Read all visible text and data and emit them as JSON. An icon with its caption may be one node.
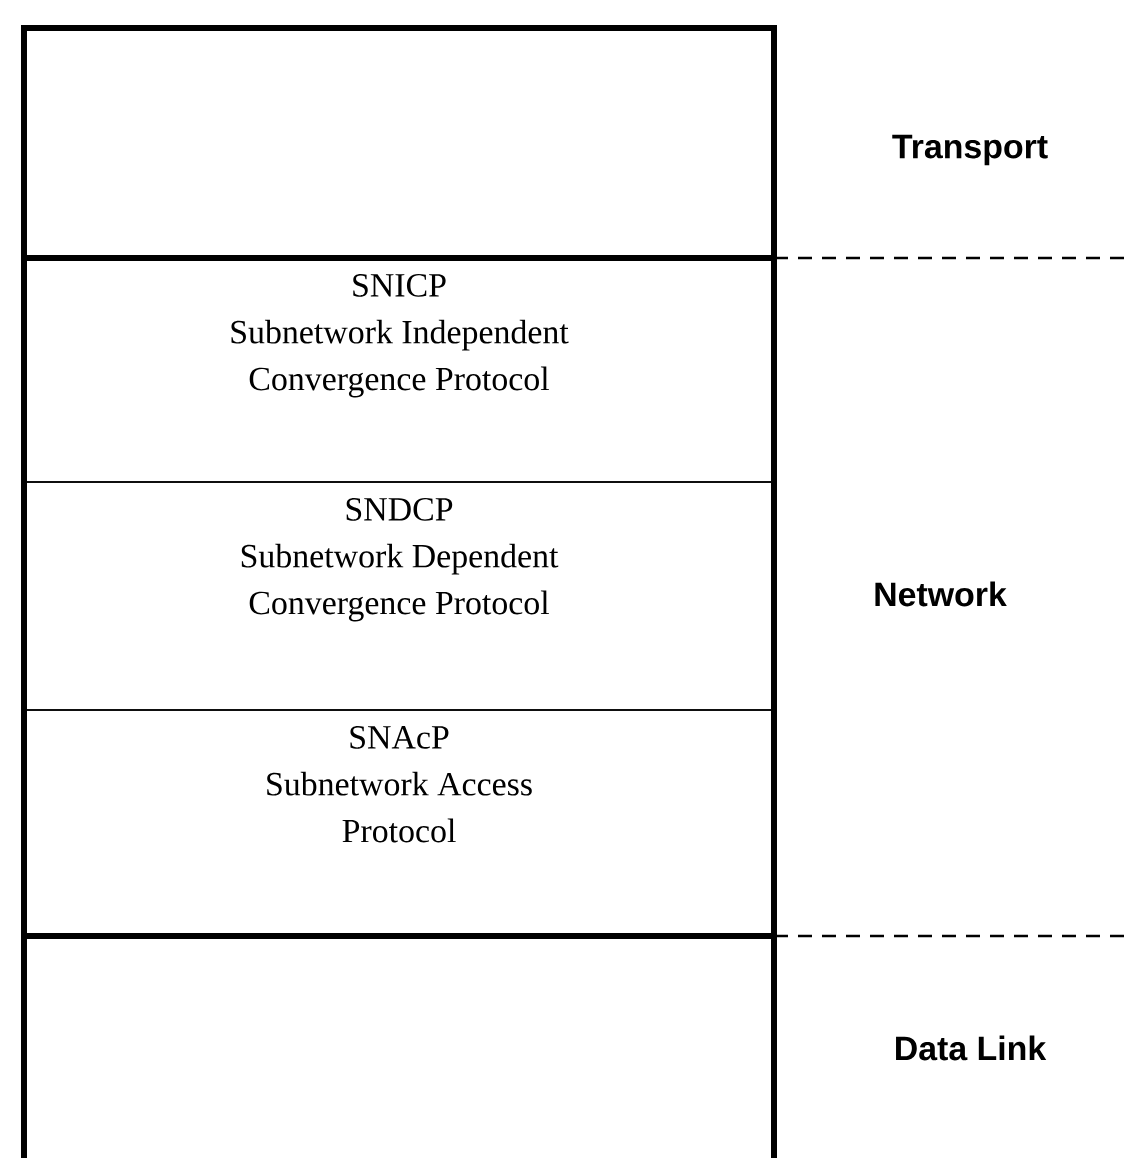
{
  "diagram": {
    "nodes": [
      {
        "text": [],
        "shape": "box"
      },
      {
        "text": [
          "SNICP",
          "Subnetwork Independent Convergence Protocol"
        ]
      },
      {
        "text": [
          "SNDCP",
          "Subnetwork Dependent Convergence Protocol"
        ]
      },
      {
        "text": [
          "SNAcP",
          "Subnetwork Access Protocol"
        ]
      },
      {
        "text": [],
        "shape": "box"
      }
    ],
    "labels": [
      "Transport",
      "Network",
      "Data Link"
    ]
  }
}
